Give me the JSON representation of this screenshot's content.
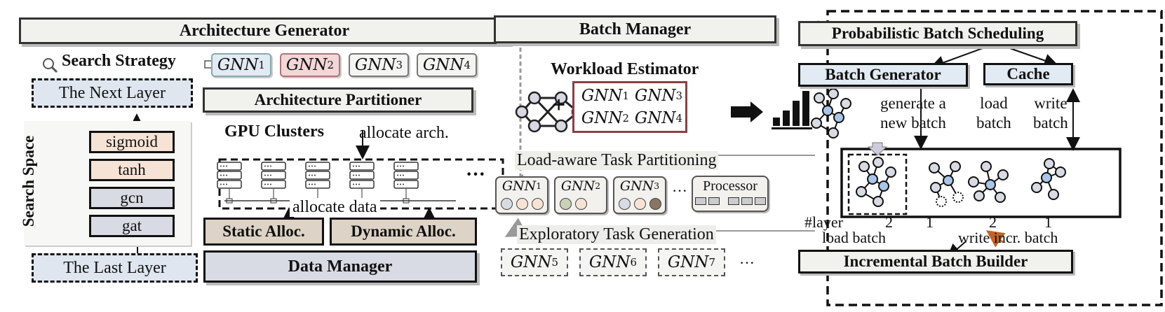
{
  "colors": {
    "pink": "#f3d6d8",
    "peach": "#f6e3d6",
    "gray_blue": "#d8dbe3",
    "light_blue": "#e2eaf3",
    "panel_gray": "#ededea",
    "tan": "#ddd3c6",
    "dark_red": "#8e3e45"
  },
  "left": {
    "arch_generator": "Architecture Generator",
    "search_strategy": "Search Strategy",
    "search_icon": "magnifier-icon",
    "candidates": [
      {
        "base": "GNN",
        "sub": "1"
      },
      {
        "base": "GNN",
        "sub": "2"
      },
      {
        "base": "GNN",
        "sub": "3"
      },
      {
        "base": "GNN",
        "sub": "4"
      }
    ],
    "next_layer": "The Next Layer",
    "search_space": "Search Space",
    "ops": [
      "sigmoid",
      "tanh",
      "gcn",
      "gat"
    ],
    "last_layer": "The Last Layer",
    "partitioner": "Architecture Partitioner",
    "gpu_clusters": "GPU Clusters",
    "allocate_arch": "allocate arch.",
    "ellipsis": "···",
    "allocate_data": "allocate data",
    "static_alloc": "Static Alloc.",
    "dynamic_alloc": "Dynamic Alloc.",
    "data_manager": "Data Manager"
  },
  "middle": {
    "batch_manager": "Batch Manager",
    "workload_estimator": "Workload Estimator",
    "plus": "+",
    "estimator_gnns": [
      {
        "base": "GNN",
        "sub": "1"
      },
      {
        "base": "GNN",
        "sub": "3"
      },
      {
        "base": "GNN",
        "sub": "2"
      },
      {
        "base": "GNN",
        "sub": "4"
      }
    ],
    "load_aware": "Load-aware Task Partitioning",
    "task_gnns": [
      {
        "base": "GNN",
        "sub": "1"
      },
      {
        "base": "GNN",
        "sub": "2"
      },
      {
        "base": "GNN",
        "sub": "3"
      }
    ],
    "ellipsis": "···",
    "processor": "Processor",
    "exploratory": "Exploratory Task Generation",
    "explore_gnns": [
      {
        "base": "GNN",
        "sub": "5"
      },
      {
        "base": "GNN",
        "sub": "6"
      },
      {
        "base": "GNN",
        "sub": "7"
      }
    ],
    "explore_ellipsis": "···"
  },
  "right": {
    "prob_sched": "Probabilistic Batch Scheduling",
    "batch_generator": "Batch Generator",
    "cache": "Cache",
    "generate_a": "generate a",
    "new_batch": "new batch",
    "load": "load",
    "batch1": "batch",
    "write": "write",
    "batch2": "batch",
    "layer_label": "#layer",
    "layer_vals": [
      "2",
      "1",
      "2",
      "1"
    ],
    "load_batch": "load batch",
    "write_incr": "write incr. batch",
    "incr_builder": "Incremental Batch Builder"
  }
}
